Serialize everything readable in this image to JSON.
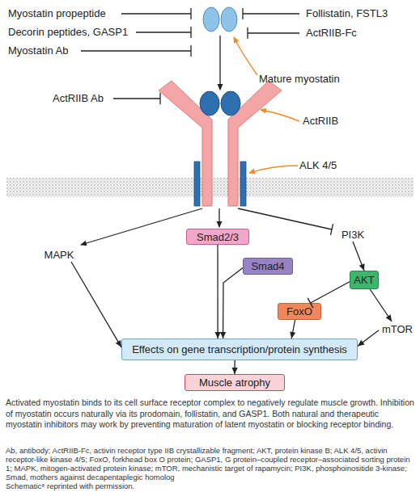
{
  "diagram": {
    "caption": "Activated myostatin binds to its cell surface receptor complex to negatively regulate muscle growth. Inhibition of myostatin occurs naturally via its prodomain, follistatin, and GASP1. Both natural and therapeutic myostatin inhibitors may work by preventing maturation of latent myostatin or blocking receptor binding.",
    "nodes": [
      {
        "text": [
          "Smad2/3"
        ]
      },
      {
        "text": [
          "PI3K"
        ]
      },
      {
        "text": [
          "MAPK"
        ]
      },
      {
        "text": [
          "Smad4"
        ]
      },
      {
        "text": [
          "AKT"
        ]
      },
      {
        "text": [
          "FoxO"
        ]
      },
      {
        "text": [
          "mTOR"
        ]
      },
      {
        "text": [
          "Effects on gene transcription/protein synthesis"
        ]
      },
      {
        "text": [
          "Muscle atrophy"
        ]
      }
    ],
    "edges": [
      {
        "from": 2,
        "to": 7,
        "arrow": "to"
      },
      {
        "from": 0,
        "to": 7,
        "arrow": "to"
      },
      {
        "from": 3,
        "to": 7,
        "arrow": "to"
      },
      {
        "from": 1,
        "to": 4,
        "arrow": "to"
      },
      {
        "from": 4,
        "to": 5,
        "arrow": "to"
      },
      {
        "from": 4,
        "to": 6,
        "arrow": "to"
      },
      {
        "from": 5,
        "to": 7,
        "arrow": "to"
      },
      {
        "from": 6,
        "to": 7,
        "arrow": "to"
      },
      {
        "from": 7,
        "to": 8,
        "arrow": "to"
      }
    ],
    "labels": [
      "Myostatin propeptide",
      "Decorin peptides, GASP1",
      "Myostatin Ab",
      "Follistatin, FSTL3",
      "ActRIIB-Fc",
      "Mature myostatin",
      "ActRIIB Ab",
      "ActRIIB",
      "ALK 4/5",
      "Ab, antibody; ActRIIB-Fc, activin receptor type IIB crystallizable fragment; AKT, protein kinase B; ALK 4/5, activin receptor-like kinase 4/5; FoxO, forkhead box O protein; GASP1, G protein–coupled receptor–associated sorting protein 1; MAPK, mitogen-activated protein kinase; mTOR, mechanistic target of rapamycin; PI3K, phosphoinositide 3-kinase; Smad, mothers against decapentaplegic homolog",
      "Schematic⁸ reprinted with permission."
    ]
  }
}
